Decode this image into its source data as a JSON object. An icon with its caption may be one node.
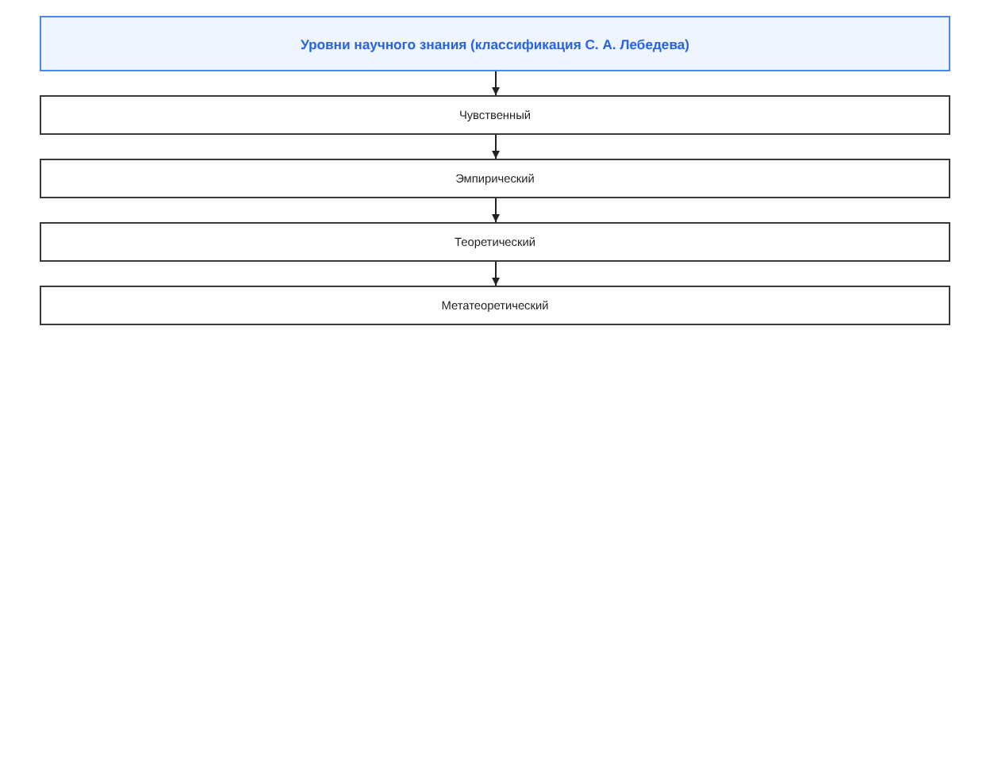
{
  "diagram": {
    "nodes": [
      {
        "text": [
          "Уровни научного знания (классификация С. А. Лебедева)"
        ]
      },
      {
        "text": [
          "Чувственный"
        ]
      },
      {
        "text": [
          "Эмпирический"
        ]
      },
      {
        "text": [
          "Теоретический"
        ]
      },
      {
        "text": [
          "Метатеоретический"
        ]
      }
    ],
    "edges": [
      {
        "from": 0,
        "to": 1,
        "arrow": "to"
      },
      {
        "from": 1,
        "to": 2,
        "arrow": "to"
      },
      {
        "from": 2,
        "to": 3,
        "arrow": "to"
      },
      {
        "from": 3,
        "to": 4,
        "arrow": "to"
      }
    ]
  }
}
